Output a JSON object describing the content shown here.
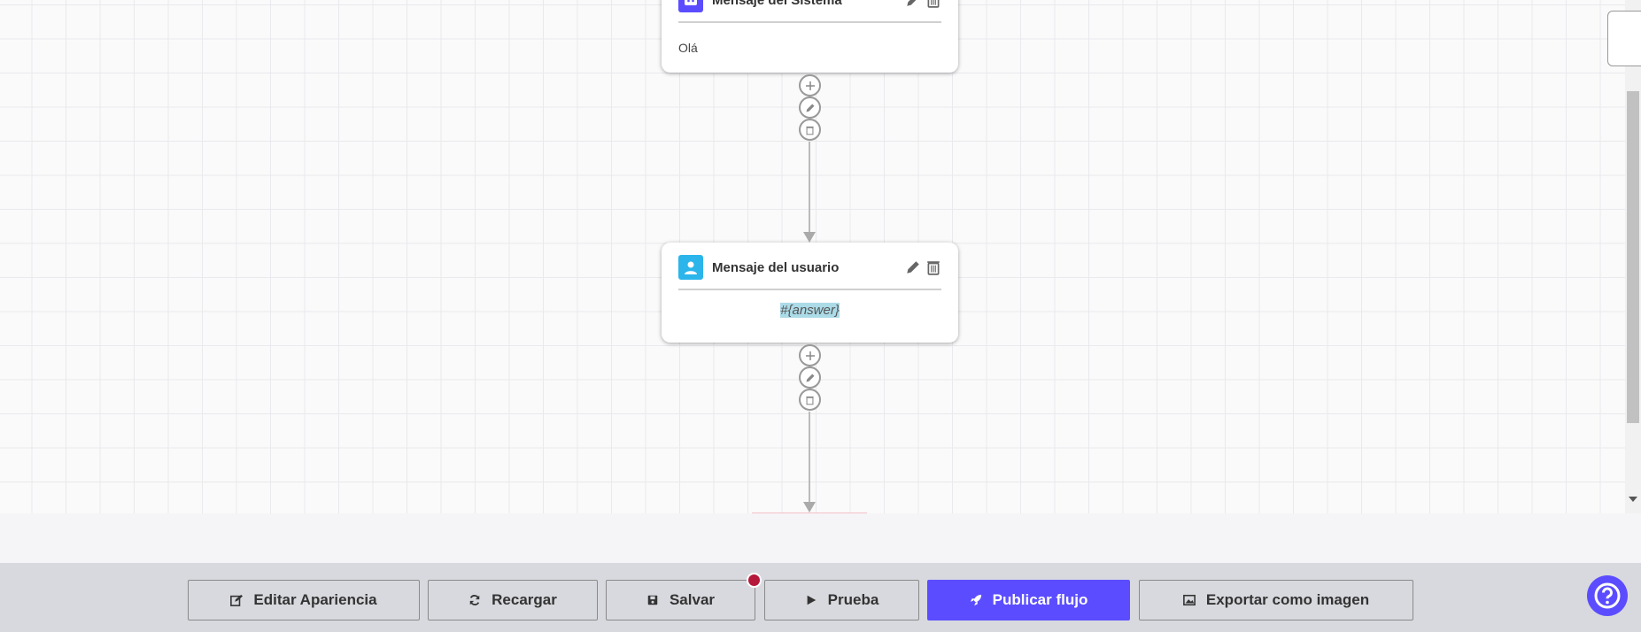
{
  "nodes": [
    {
      "type": "system",
      "title": "Mensaje del Sistema",
      "content": "Olá",
      "icon": "robot-icon",
      "color": "#5b4dff"
    },
    {
      "type": "user",
      "title": "Mensaje del usuario",
      "content": "#{answer}",
      "icon": "user-icon",
      "color": "#2bb5ea"
    }
  ],
  "toolbar": {
    "edit_appearance": "Editar Apariencia",
    "reload": "Recargar",
    "save": "Salvar",
    "test": "Prueba",
    "publish": "Publicar flujo",
    "export": "Exportar como imagen",
    "accent": "#5b4dff",
    "unsaved_dot": "#b5183a"
  }
}
